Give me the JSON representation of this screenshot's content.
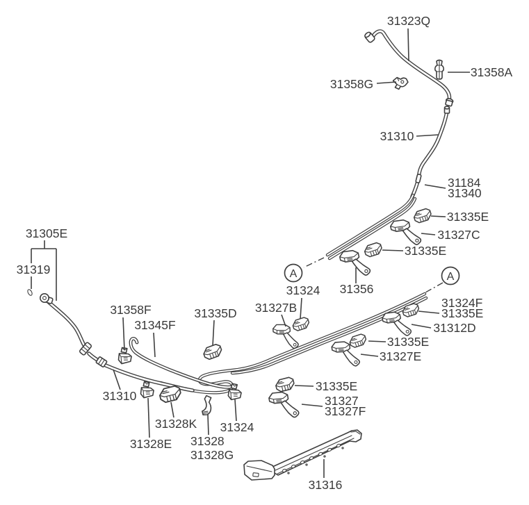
{
  "colors": {
    "background": "#ffffff",
    "line": "#3f3f3f",
    "text": "#3a3a3a"
  },
  "labels": [
    {
      "part": "31323Q"
    },
    {
      "part": "31358G"
    },
    {
      "part": "31358A"
    },
    {
      "part": "31310"
    },
    {
      "part": "31184"
    },
    {
      "part": "31340"
    },
    {
      "part": "31335E"
    },
    {
      "part": "31327C"
    },
    {
      "part": "31335E"
    },
    {
      "part": "31356"
    },
    {
      "part": "31324"
    },
    {
      "part": "31327B"
    },
    {
      "part": "31335D"
    },
    {
      "part": "31324F"
    },
    {
      "part": "31335E"
    },
    {
      "part": "31312D"
    },
    {
      "part": "31335E"
    },
    {
      "part": "31327E"
    },
    {
      "part": "31335E"
    },
    {
      "part": "31327"
    },
    {
      "part": "31327F"
    },
    {
      "part": "31305E"
    },
    {
      "part": "31319"
    },
    {
      "part": "31358F"
    },
    {
      "part": "31345F"
    },
    {
      "part": "31310"
    },
    {
      "part": "31328E"
    },
    {
      "part": "31328K"
    },
    {
      "part": "31328"
    },
    {
      "part": "31328G"
    },
    {
      "part": "31324"
    },
    {
      "part": "31316"
    }
  ],
  "ref_markers": [
    {
      "label": "A"
    },
    {
      "label": "A"
    }
  ]
}
